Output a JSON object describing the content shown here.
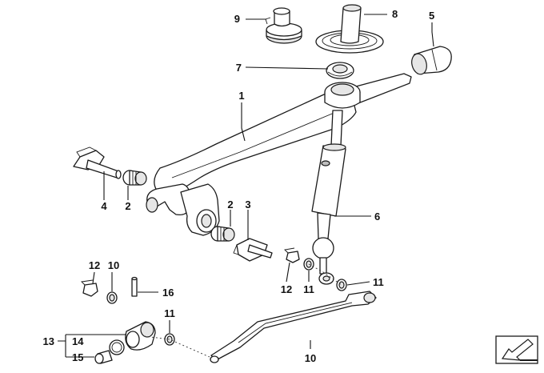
{
  "diagram": {
    "callouts": [
      {
        "id": "c1",
        "label": "1"
      },
      {
        "id": "c2a",
        "label": "2"
      },
      {
        "id": "c2b",
        "label": "2"
      },
      {
        "id": "c3",
        "label": "3"
      },
      {
        "id": "c4",
        "label": "4"
      },
      {
        "id": "c5",
        "label": "5"
      },
      {
        "id": "c6",
        "label": "6"
      },
      {
        "id": "c7",
        "label": "7"
      },
      {
        "id": "c8",
        "label": "8"
      },
      {
        "id": "c9",
        "label": "9"
      },
      {
        "id": "c10",
        "label": "10"
      },
      {
        "id": "c11a",
        "label": "11"
      },
      {
        "id": "c11b",
        "label": "11"
      },
      {
        "id": "c11c",
        "label": "11"
      },
      {
        "id": "c11d",
        "label": "11"
      },
      {
        "id": "c12a",
        "label": "12"
      },
      {
        "id": "c12b",
        "label": "12"
      },
      {
        "id": "c13",
        "label": "13"
      },
      {
        "id": "c14",
        "label": "14"
      },
      {
        "id": "c15",
        "label": "15"
      },
      {
        "id": "c16",
        "label": "16"
      }
    ],
    "corner_icon": "direction-arrow-icon",
    "line_color": "#1a1a1a",
    "background_color": "#ffffff"
  }
}
